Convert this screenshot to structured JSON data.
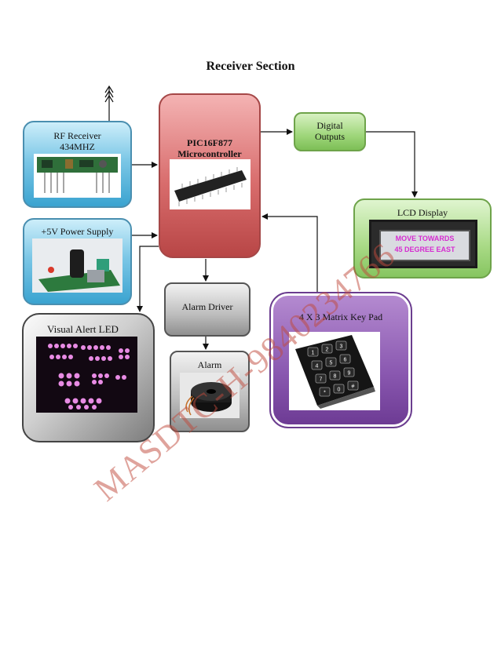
{
  "title": "Receiver Section",
  "blocks": {
    "rf_receiver": {
      "line1": "RF Receiver",
      "line2": "434MHZ"
    },
    "power_supply": {
      "label": "+5V Power Supply"
    },
    "microcontroller": {
      "line1": "PIC16F877",
      "line2": "Microcontroller"
    },
    "digital_outputs": {
      "line1": "Digital",
      "line2": "Outputs"
    },
    "lcd_display": {
      "label": "LCD Display",
      "screen_line1": "MOVE TOWARDS",
      "screen_line2": "45 DEGREE EAST"
    },
    "alarm_driver": {
      "label": "Alarm Driver"
    },
    "alarm": {
      "label": "Alarm"
    },
    "visual_alert": {
      "label": "Visual Alert LED"
    },
    "keypad": {
      "label": "4 X 3 Matrix Key Pad",
      "keys": [
        "1",
        "2",
        "3",
        "4",
        "5",
        "6",
        "7",
        "8",
        "9",
        "*",
        "0",
        "#"
      ]
    }
  },
  "watermark": "MASDTC-H-9840234766",
  "colors": {
    "rf_blue": "#3aa3d0",
    "mcu_red": "#d86c6c",
    "green": "#9fd67b",
    "purple": "#8a58b0",
    "gray": "#bdbdbd",
    "watermark": "#c04a3c",
    "lcd_text": "#d62bd0"
  }
}
